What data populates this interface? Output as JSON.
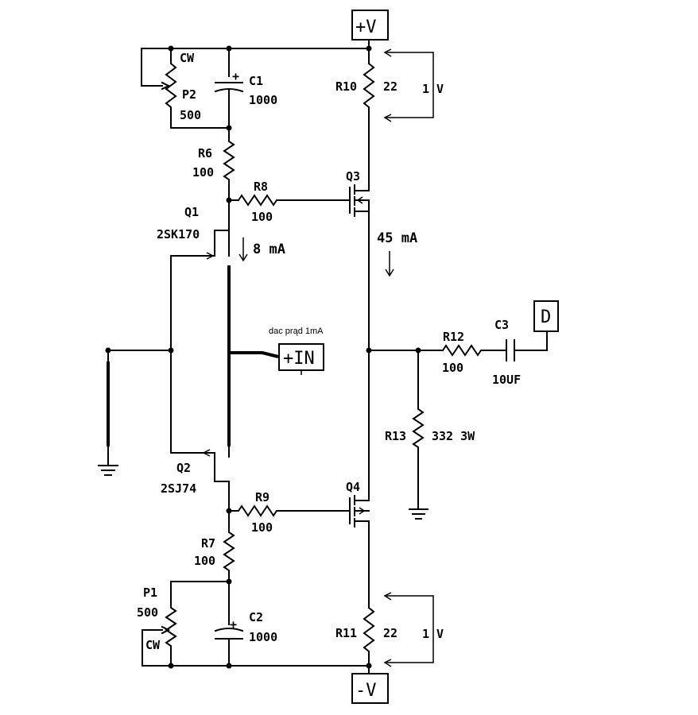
{
  "terminals": {
    "pos_supply": "+V",
    "neg_supply": "-V",
    "input": "+IN",
    "output": "D"
  },
  "components": {
    "R10": {
      "ref": "R10",
      "value": "22"
    },
    "R11": {
      "ref": "R11",
      "value": "22"
    },
    "R6": {
      "ref": "R6",
      "value": "100"
    },
    "R7": {
      "ref": "R7",
      "value": "100"
    },
    "R8": {
      "ref": "R8",
      "value": "100"
    },
    "R9": {
      "ref": "R9",
      "value": "100"
    },
    "R12": {
      "ref": "R12",
      "value": "100"
    },
    "R13": {
      "ref": "R13",
      "value": "332 3W"
    },
    "C1": {
      "ref": "C1",
      "value": "1000",
      "polarity": "+"
    },
    "C2": {
      "ref": "C2",
      "value": "1000",
      "polarity": "+"
    },
    "C3": {
      "ref": "C3",
      "value": "10UF"
    },
    "P1": {
      "ref": "P1",
      "value": "500",
      "wiper": "CW"
    },
    "P2": {
      "ref": "P2",
      "value": "500",
      "wiper": "CW"
    },
    "Q1": {
      "ref": "Q1",
      "part": "2SK170"
    },
    "Q2": {
      "ref": "Q2",
      "part": "2SJ74"
    },
    "Q3": {
      "ref": "Q3"
    },
    "Q4": {
      "ref": "Q4"
    }
  },
  "annotations": {
    "q1_current": "8 mA",
    "q3_current": "45 mA",
    "r10_voltage": "1 V",
    "r11_voltage": "1 V",
    "input_note": "dac prąd 1mA"
  }
}
